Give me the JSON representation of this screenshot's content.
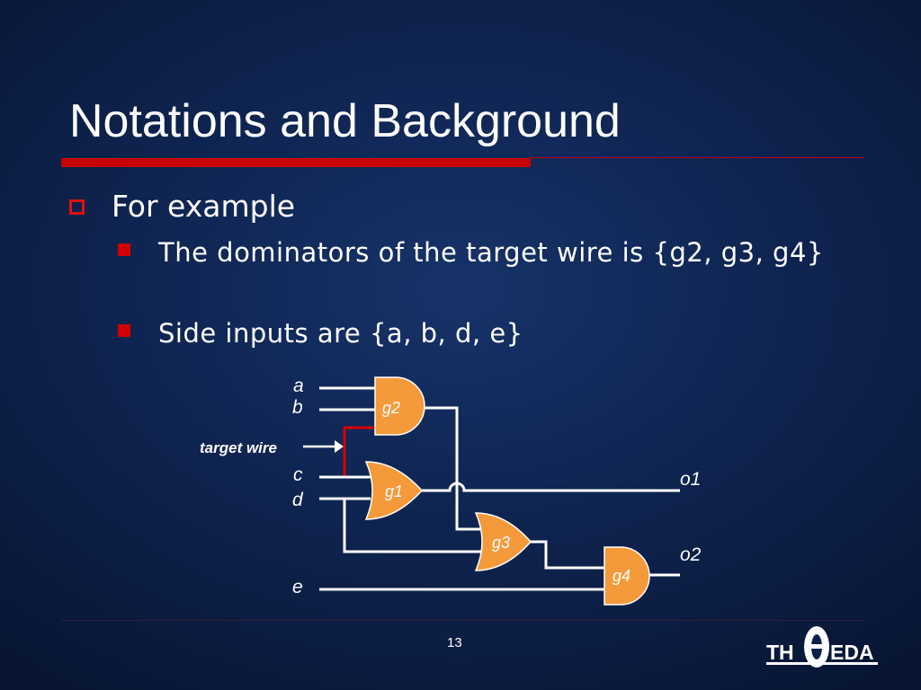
{
  "slide": {
    "title": "Notations and Background",
    "page_number": "13"
  },
  "bullets": {
    "level1": "For example",
    "level2": [
      "The dominators of the target wire is {g2, g3, g4}",
      "Side inputs are {a, b, d, e}"
    ]
  },
  "circuit": {
    "inputs": [
      "a",
      "b",
      "c",
      "d",
      "e"
    ],
    "gates": [
      "g2",
      "g1",
      "g3",
      "g4"
    ],
    "outputs": [
      "o1",
      "o2"
    ],
    "target_label": "target wire",
    "colors": {
      "gate_fill": "#f59a3a",
      "target_wire": "#d80000",
      "wire": "#ffffff"
    }
  },
  "logo": {
    "left_text": "TH",
    "right_text": "EDA",
    "symbol": "θ"
  },
  "colors": {
    "background": "#0f2552",
    "accent": "#c80000"
  }
}
